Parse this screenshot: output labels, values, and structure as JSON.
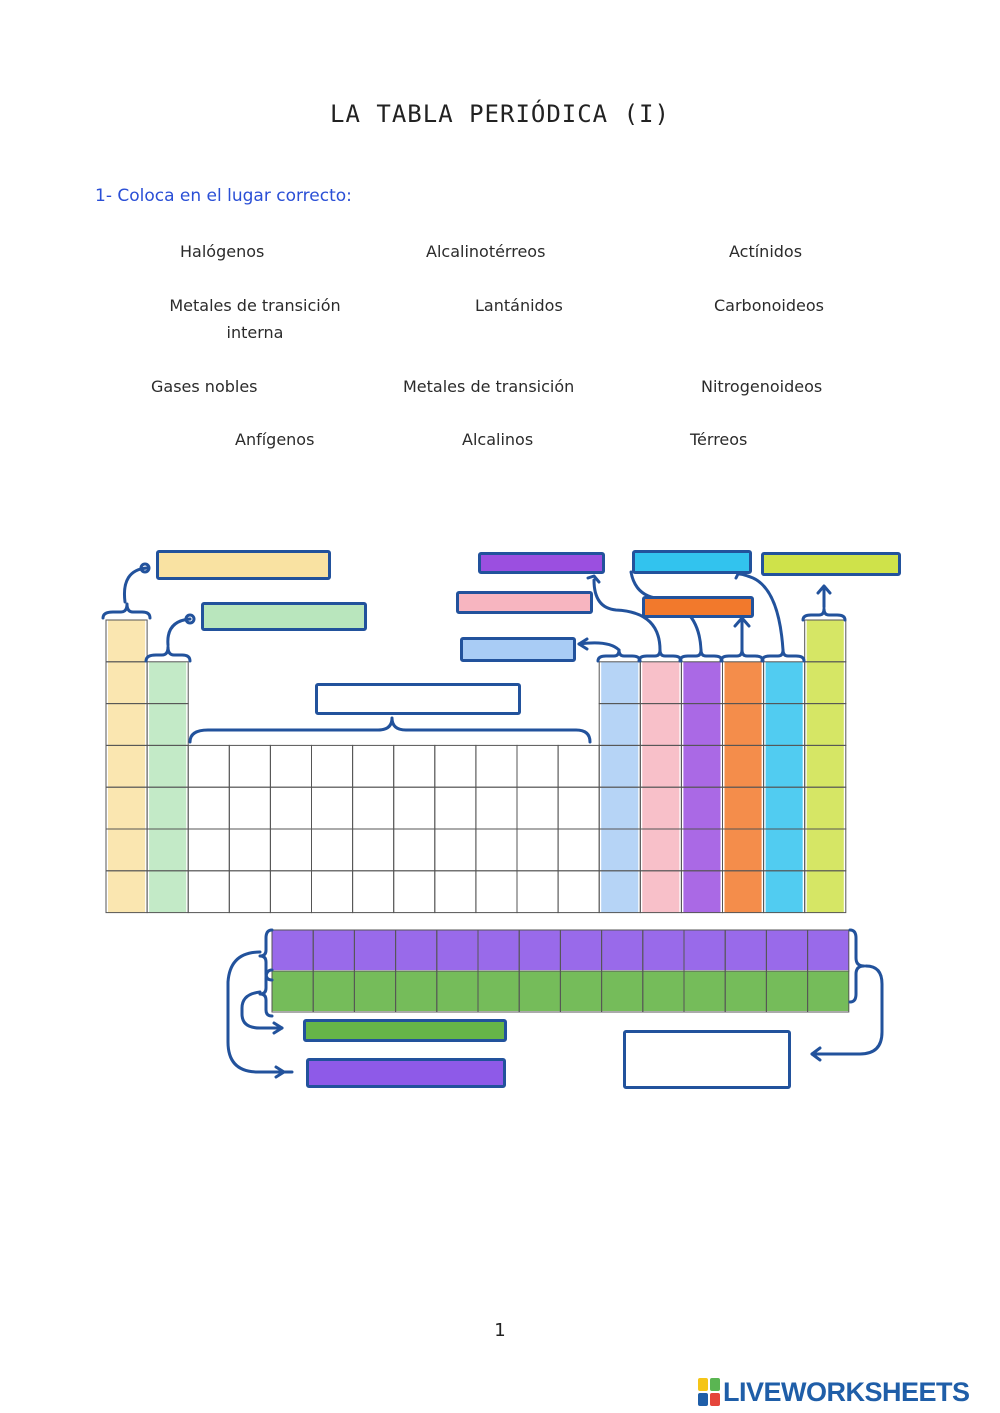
{
  "title": "LA TABLA PERIÓDICA (I)",
  "instruction": "1- Coloca en el lugar correcto:",
  "terms": [
    "Halógenos",
    "Alcalinotérreos",
    "Actínidos",
    "Metales de transición interna",
    "Lantánidos",
    "Carbonoideos",
    "Gases nobles",
    "Metales de transición",
    "Nitrogenoideos",
    "Anfígenos",
    "Alcalinos",
    "Térreos"
  ],
  "page_number": "1",
  "brand": {
    "name": "LIVEWORKSHEETS"
  },
  "colors": {
    "ink": "#22529c",
    "group1": "#f9e2a2",
    "group2": "#b9e6bd",
    "group13": "#a9ccf5",
    "group14": "#f7b5c0",
    "group15": "#9b4fe0",
    "group16": "#f2792c",
    "group17": "#32c3ee",
    "group18": "#cfe24a",
    "lanthanides": "#8e5ae8",
    "actinides": "#66b548",
    "brand": "#1f5ea8"
  }
}
